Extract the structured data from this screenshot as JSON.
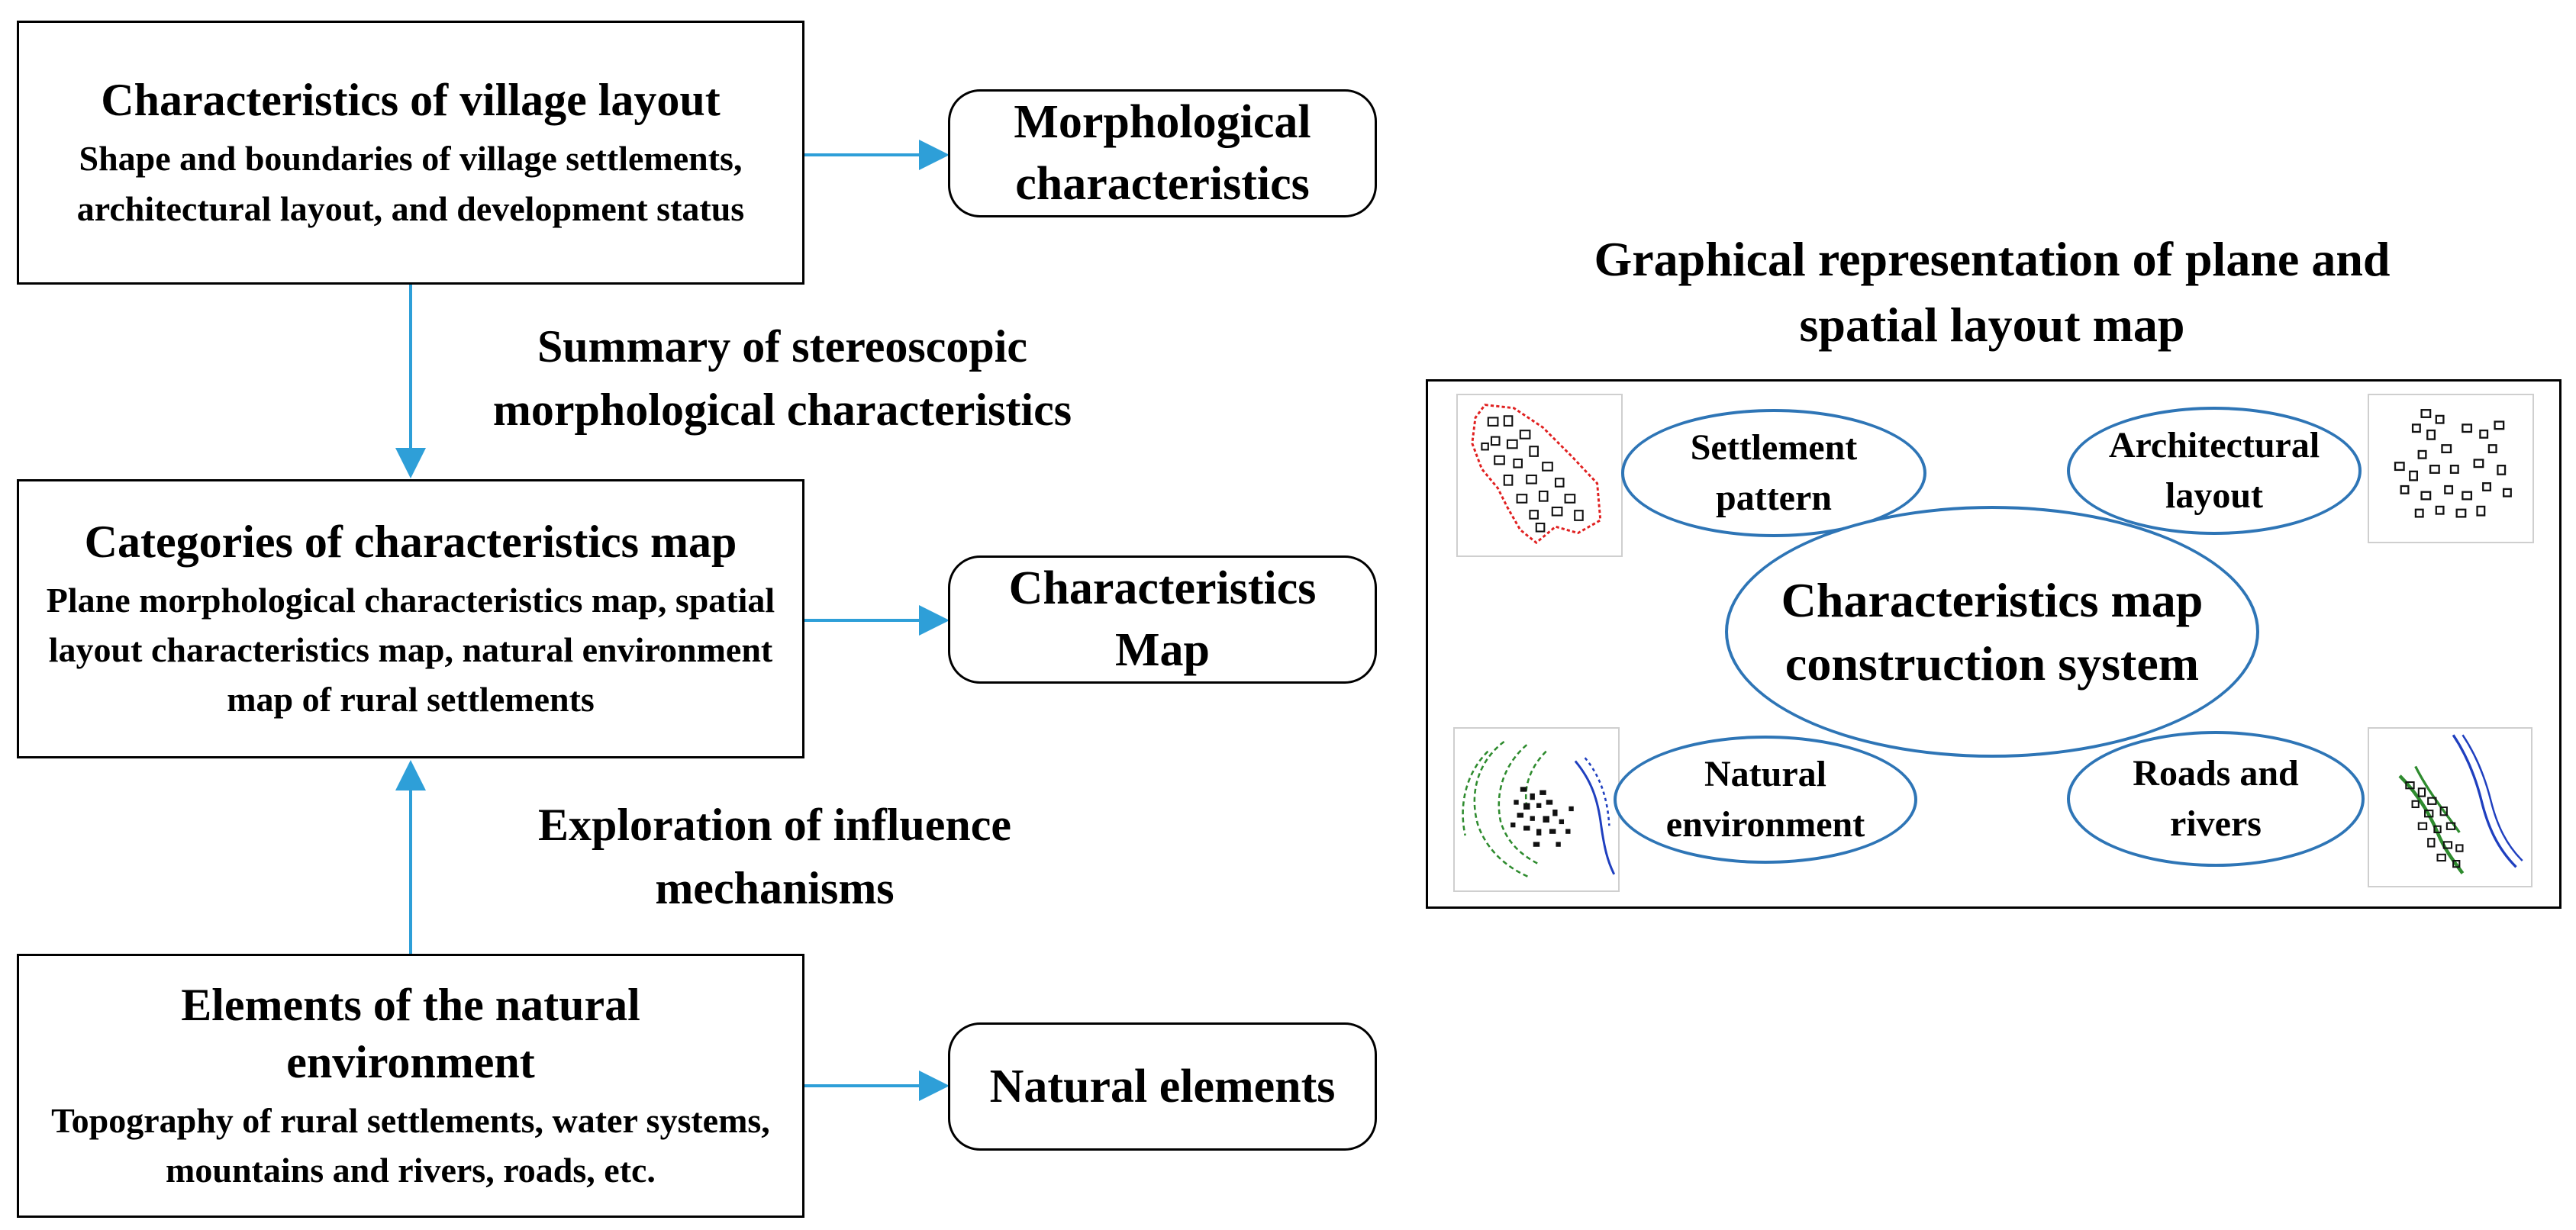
{
  "left_flow": {
    "layout_box": {
      "title": "Characteristics of village layout",
      "description": "Shape and boundaries of village settlements, architectural layout, and development status"
    },
    "map_box": {
      "title": "Categories of characteristics map",
      "description": "Plane morphological characteristics map, spatial layout characteristics map, natural environment map of rural settlements"
    },
    "nature_box": {
      "title": "Elements of the natural environment",
      "description": "Topography of rural settlements, water systems, mountains and rivers, roads, etc."
    },
    "summary_label": "Summary of stereoscopic morphological characteristics",
    "exploration_label": "Exploration of influence mechanisms"
  },
  "outputs": {
    "morphological": "Morphological characteristics",
    "characteristics_map": "Characteristics Map",
    "natural_elements": "Natural elements"
  },
  "right_panel": {
    "heading": "Graphical representation of plane and spatial layout map",
    "center": "Characteristics map construction system",
    "settlement_pattern": "Settlement pattern",
    "architectural_layout": "Architectural layout",
    "natural_environment": "Natural environment",
    "roads_and_rivers": "Roads and rivers"
  },
  "colors": {
    "arrow": "#2e9fd8",
    "ellipse_border": "#2e75b6",
    "boundary": "#e02020",
    "vegetation": "#2e8b2e",
    "river": "#1f3fbf"
  }
}
